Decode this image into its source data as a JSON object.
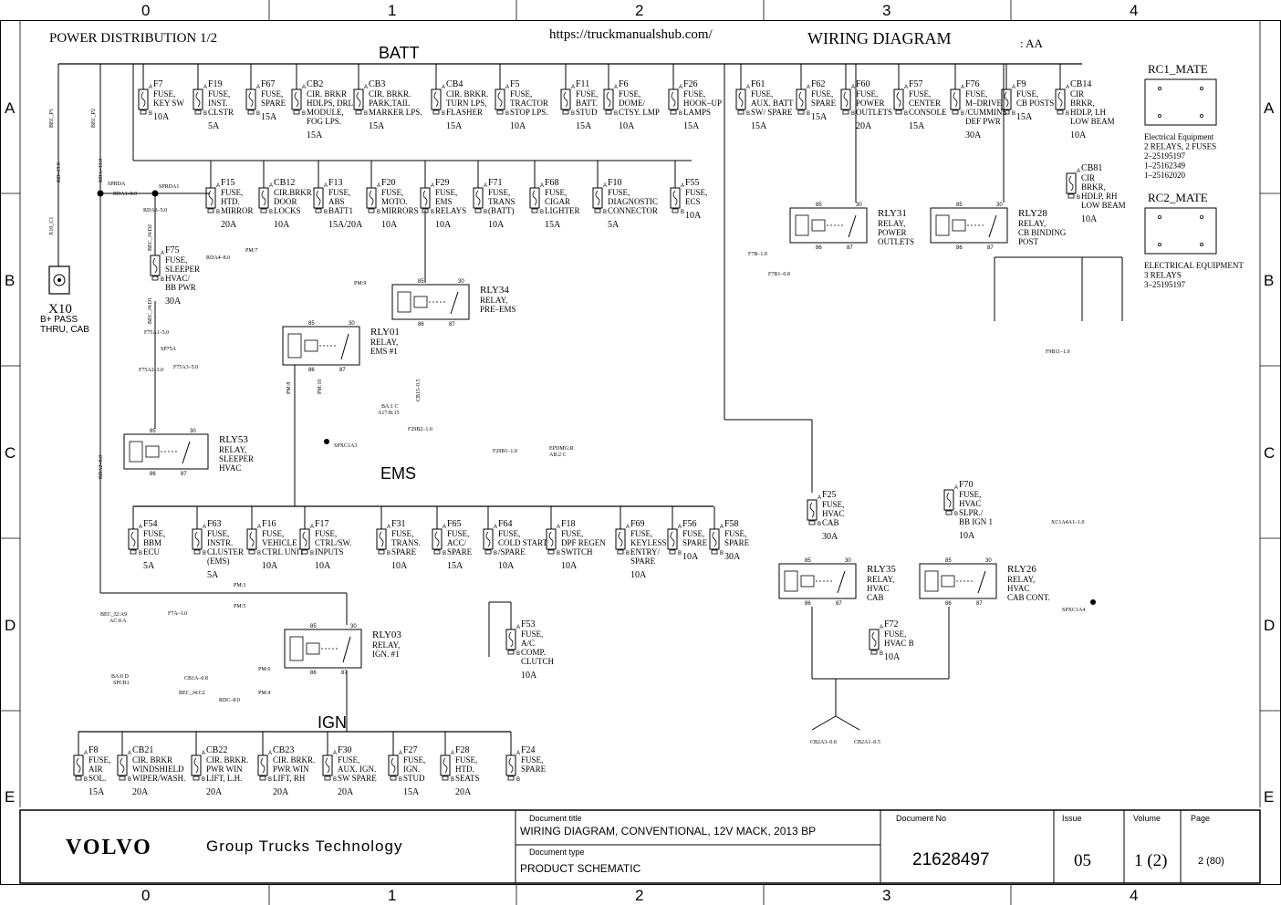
{
  "header": {
    "title": "POWER DISTRIBUTION 1/2",
    "url": "https://truckmanualshub.com/",
    "diagram_title": "WIRING DIAGRAM",
    "variant": ": AA"
  },
  "grid": {
    "columns": [
      "0",
      "1",
      "2",
      "3",
      "4"
    ],
    "rows": [
      "A",
      "B",
      "C",
      "D",
      "E"
    ]
  },
  "buses": {
    "batt": "BATT",
    "ems": "EMS",
    "ign": "IGN"
  },
  "connector": {
    "id": "X10",
    "desc": [
      "B+ PASS",
      "THRU, CAB"
    ]
  },
  "fuses_batt_top": [
    {
      "id": "F7",
      "lines": [
        "FUSE,",
        "KEY SW"
      ],
      "rating": "10A"
    },
    {
      "id": "F19",
      "lines": [
        "FUSE,",
        "INST.",
        "CLSTR"
      ],
      "rating": "5A"
    },
    {
      "id": "F67",
      "lines": [
        "FUSE,",
        "SPARE"
      ],
      "rating": "15A"
    },
    {
      "id": "CB2",
      "lines": [
        "CIR. BRKR",
        "HDLPS, DRL",
        "MODULE,",
        "FOG LPS."
      ],
      "rating": "15A"
    },
    {
      "id": "CB3",
      "lines": [
        "CIR. BRKR.",
        "PARK,TAIL",
        "MARKER LPS."
      ],
      "rating": "15A"
    },
    {
      "id": "CB4",
      "lines": [
        "CIR. BRKR.",
        "TURN LPS,",
        "FLASHER"
      ],
      "rating": "15A"
    },
    {
      "id": "F5",
      "lines": [
        "FUSE,",
        "TRACTOR",
        "STOP LPS."
      ],
      "rating": "10A"
    },
    {
      "id": "F11",
      "lines": [
        "FUSE,",
        "BATT.",
        "STUD"
      ],
      "rating": "15A"
    },
    {
      "id": "F6",
      "lines": [
        "FUSE,",
        "DOME/",
        "CTSY. LMP"
      ],
      "rating": "10A"
    },
    {
      "id": "F26",
      "lines": [
        "FUSE,",
        "HOOK–UP",
        "LAMPS"
      ],
      "rating": "15A"
    },
    {
      "id": "F61",
      "lines": [
        "FUSE,",
        "AUX. BATT",
        "SW/ SPARE"
      ],
      "rating": "15A"
    },
    {
      "id": "F62",
      "lines": [
        "FUSE,",
        "SPARE"
      ],
      "rating": "15A"
    },
    {
      "id": "F60",
      "lines": [
        "FUSE,",
        "POWER",
        "OUTLETS"
      ],
      "rating": "20A"
    },
    {
      "id": "F57",
      "lines": [
        "FUSE,",
        "CENTER",
        "CONSOLE"
      ],
      "rating": "15A"
    },
    {
      "id": "F76",
      "lines": [
        "FUSE,",
        "M–DRIVE",
        "/CUMMINS",
        "DEF PWR"
      ],
      "rating": "30A"
    },
    {
      "id": "F9",
      "lines": [
        "FUSE,",
        "CB POSTS"
      ],
      "rating": "15A"
    },
    {
      "id": "CB14",
      "lines": [
        "CIR",
        "BRKR,",
        "HDLP, LH",
        "LOW BEAM"
      ],
      "rating": "10A"
    }
  ],
  "fuses_batt_second": [
    {
      "id": "F15",
      "lines": [
        "FUSE,",
        "HTD.",
        "MIRROR"
      ],
      "rating": "20A"
    },
    {
      "id": "CB12",
      "lines": [
        "CIR.BRKR",
        "DOOR",
        "LOCKS"
      ],
      "rating": "10A"
    },
    {
      "id": "F13",
      "lines": [
        "FUSE,",
        "ABS",
        "BATT1"
      ],
      "rating": "15A/20A"
    },
    {
      "id": "F20",
      "lines": [
        "FUSE,",
        "MOTO.",
        "MIRRORS"
      ],
      "rating": "10A"
    },
    {
      "id": "F29",
      "lines": [
        "FUSE,",
        "EMS",
        "RELAYS"
      ],
      "rating": "10A"
    },
    {
      "id": "F71",
      "lines": [
        "FUSE,",
        "TRANS",
        "(BATT)"
      ],
      "rating": "10A"
    },
    {
      "id": "F68",
      "lines": [
        "FUSE,",
        "CIGAR",
        "LIGHTER"
      ],
      "rating": "15A"
    },
    {
      "id": "F10",
      "lines": [
        "FUSE,",
        "DIAGNOSTIC",
        "CONNECTOR"
      ],
      "rating": "5A"
    },
    {
      "id": "F55",
      "lines": [
        "FUSE,",
        "ECS"
      ],
      "rating": "10A"
    }
  ],
  "fuses_ems": [
    {
      "id": "F54",
      "lines": [
        "FUSE,",
        "BBM",
        "ECU"
      ],
      "rating": "5A"
    },
    {
      "id": "F63",
      "lines": [
        "FUSE,",
        "INSTR.",
        "CLUSTER",
        "(EMS)"
      ],
      "rating": "5A"
    },
    {
      "id": "F16",
      "lines": [
        "FUSE,",
        "VEHICLE",
        "CTRL UNIT"
      ],
      "rating": "10A"
    },
    {
      "id": "F17",
      "lines": [
        "FUSE,",
        "CTRL/SW.",
        "INPUTS"
      ],
      "rating": "10A"
    },
    {
      "id": "F31",
      "lines": [
        "FUSE,",
        "TRANS.",
        "SPARE"
      ],
      "rating": "10A"
    },
    {
      "id": "F65",
      "lines": [
        "FUSE,",
        "ACC/",
        "SPARE"
      ],
      "rating": "15A"
    },
    {
      "id": "F64",
      "lines": [
        "FUSE,",
        "COLD START",
        "/SPARE"
      ],
      "rating": "10A"
    },
    {
      "id": "F18",
      "lines": [
        "FUSE,",
        "DPF REGEN",
        "SWITCH"
      ],
      "rating": "10A"
    },
    {
      "id": "F69",
      "lines": [
        "FUSE,",
        "KEYLESS",
        "ENTRY/",
        "SPARE"
      ],
      "rating": "10A"
    },
    {
      "id": "F56",
      "lines": [
        "FUSE,",
        "SPARE"
      ],
      "rating": "10A"
    },
    {
      "id": "F58",
      "lines": [
        "FUSE,",
        "SPARE"
      ],
      "rating": "30A"
    }
  ],
  "fuses_ign": [
    {
      "id": "F8",
      "lines": [
        "FUSE,",
        "AIR",
        "SOL."
      ],
      "rating": "15A"
    },
    {
      "id": "CB21",
      "lines": [
        "CIR. BRKR",
        "WINDSHIELD",
        "WIPER/WASH."
      ],
      "rating": "20A"
    },
    {
      "id": "CB22",
      "lines": [
        "CIR. BRKR.",
        "PWR WIN",
        "LIFT, L.H."
      ],
      "rating": "20A"
    },
    {
      "id": "CB23",
      "lines": [
        "CIR. BRKR.",
        "PWR WIN",
        "LIFT, RH"
      ],
      "rating": "20A"
    },
    {
      "id": "F30",
      "lines": [
        "FUSE,",
        "AUX. IGN.",
        "SW SPARE"
      ],
      "rating": "20A"
    },
    {
      "id": "F27",
      "lines": [
        "FUSE,",
        "IGN.",
        "STUD"
      ],
      "rating": "15A"
    },
    {
      "id": "F28",
      "lines": [
        "FUSE,",
        "HTD.",
        "SEATS"
      ],
      "rating": "20A"
    },
    {
      "id": "F24",
      "lines": [
        "FUSE,",
        "SPARE"
      ],
      "rating": ""
    }
  ],
  "fuses_misc": [
    {
      "id": "F75",
      "lines": [
        "FUSE,",
        "SLEEPER",
        "HVAC/",
        "BB PWR"
      ],
      "rating": "30A"
    },
    {
      "id": "F53",
      "lines": [
        "FUSE,",
        "A/C",
        "COMP.",
        "CLUTCH"
      ],
      "rating": "10A"
    },
    {
      "id": "CB81",
      "lines": [
        "CIR",
        "BRKR,",
        "HDLP, RH",
        "LOW BEAM"
      ],
      "rating": "10A"
    },
    {
      "id": "F25",
      "lines": [
        "FUSE,",
        "HVAC",
        "CAB"
      ],
      "rating": "30A"
    },
    {
      "id": "F70",
      "lines": [
        "FUSE,",
        "HVAC",
        "SLPR./",
        "BB IGN 1"
      ],
      "rating": "10A"
    },
    {
      "id": "F72",
      "lines": [
        "FUSE,",
        "HVAC B"
      ],
      "rating": "10A"
    }
  ],
  "relays": [
    {
      "id": "RLY01",
      "lines": [
        "RELAY,",
        "EMS #1"
      ]
    },
    {
      "id": "RLY34",
      "lines": [
        "RELAY,",
        "PRE–EMS"
      ]
    },
    {
      "id": "RLY53",
      "lines": [
        "RELAY,",
        "SLEEPER",
        "HVAC"
      ]
    },
    {
      "id": "RLY03",
      "lines": [
        "RELAY,",
        "IGN. #1"
      ]
    },
    {
      "id": "RLY31",
      "lines": [
        "RELAY,",
        "POWER",
        "OUTLETS"
      ]
    },
    {
      "id": "RLY28",
      "lines": [
        "RELAY,",
        "CB BINDING",
        "POST"
      ]
    },
    {
      "id": "RLY35",
      "lines": [
        "RELAY,",
        "HVAC",
        "CAB"
      ]
    },
    {
      "id": "RLY26",
      "lines": [
        "RELAY,",
        "HVAC",
        "CAB CONT."
      ]
    }
  ],
  "mates": [
    {
      "id": "RC1_MATE",
      "lines": [
        "Electrical Equipment",
        "2 RELAYS, 2 FUSES",
        "2–25195197",
        "1–25162349",
        "1–25162020"
      ]
    },
    {
      "id": "RC2_MATE",
      "lines": [
        "ELECTRICAL EQUIPMENT",
        "3 RELAYS",
        "3–25195197"
      ]
    }
  ],
  "wires": {
    "sprda": "SPRDA",
    "sprda1": "SPRDA1",
    "rda1": "RDA1–8.0",
    "rda3": "RDA3–5.0",
    "rda4": "RDA4–8.0",
    "rda": "RDA–13.0",
    "rda2": "RDA2–8.0",
    "rd19": "RD–19.0",
    "f75a1": "F75A1–5.0",
    "sp75a": "SP75A",
    "f75a2": "F75A2–3.0",
    "f75a3": "F75A3–5.0",
    "f7a": "F7A–1.0",
    "cb1a": "CB1A–0.8",
    "rdc": "RDC–8.0",
    "f29b2": "F29B2–1.0",
    "f29b1": "F29B1–1.0",
    "cb15": "CB15–0.5",
    "cb2a3": "CB2A3–0.8",
    "cb2a1": "CB2A1–0.5",
    "f7b": "F7B–1.0",
    "f7b1": "F7B1–0.8",
    "f9b11": "F9B11–1.0",
    "xc1a4a1": "XC1A4A1–1.0",
    "spxc1a3": "SPXC1A3",
    "spxc1a4": "SPXC1A4",
    "pm7": "PM:7",
    "pm9": "PM:9",
    "pm8": "PM:8",
    "pm10": "PM:10",
    "pm3": "PM:3",
    "pm5": "PM:5",
    "pm6": "PM:6",
    "pm4": "PM:4",
    "bec_p1": "BEC_P1",
    "bec_p2": "BEC_P2",
    "x10_c1": "X10_C1",
    "bec_j4_d2": "BEC_J4:D2",
    "bec_j4_d1": "BEC_J4:D1",
    "bec_j2_a9": "BEC_J2:A9",
    "ac0_a": "AC:0 A",
    "ba0_d": "BA:0 D",
    "spcb1": "SPCB1",
    "bec_j4_c2": "BEC_J4:C2",
    "ba1_c": "BA:1 C",
    "a17_b15": "A17:B:15",
    "epdmg_r": "EPDMG:R",
    "ab2_c": "AB:2 C"
  },
  "title_block": {
    "brand": "VOLVO",
    "org": "Group Trucks Technology",
    "doc_title_label": "Document title",
    "doc_title": "WIRING DIAGRAM, CONVENTIONAL, 12V MACK, 2013 BP",
    "doc_type_label": "Document type",
    "doc_type": "PRODUCT SCHEMATIC",
    "doc_no_label": "Document No",
    "doc_no": "21628497",
    "issue_label": "Issue",
    "issue": "05",
    "volume_label": "Volume",
    "volume": "1 (2)",
    "page_label": "Page",
    "page": "2 (80)"
  }
}
